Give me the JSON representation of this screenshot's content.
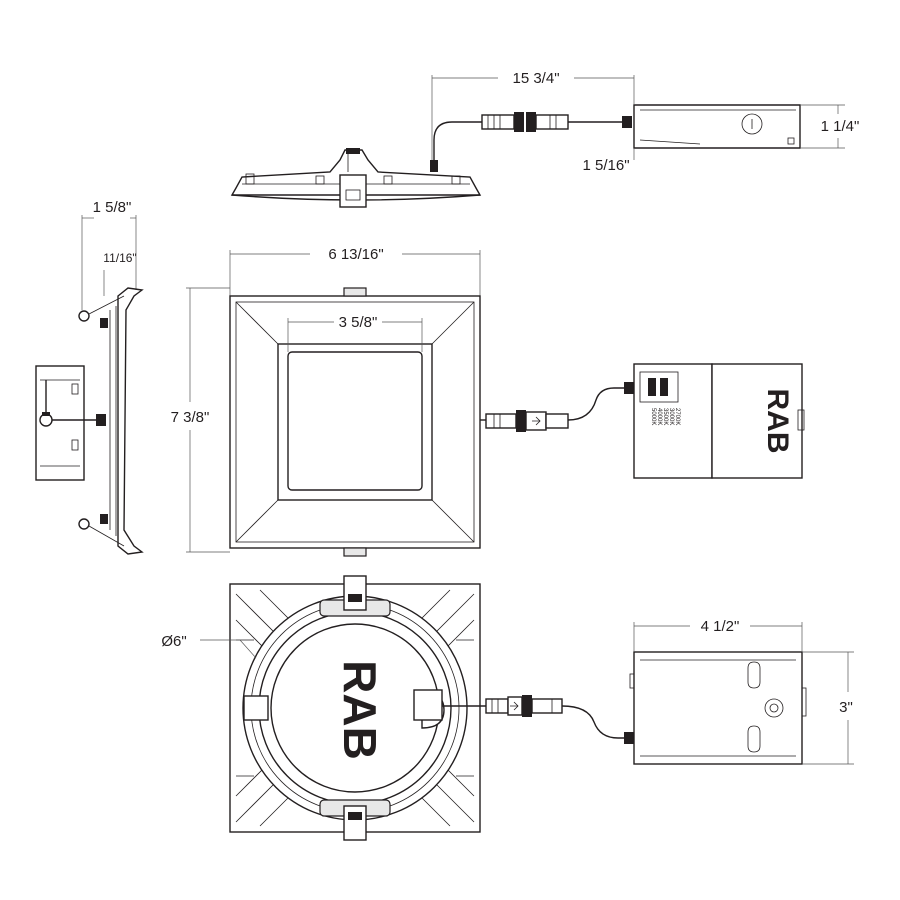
{
  "dimensions": {
    "top_overall_length": "15 3/4\"",
    "top_box_height": "1 1/4\"",
    "top_connector_offset": "1 5/16\"",
    "side_overall_depth": "1 5/8\"",
    "side_bezel_depth": "11/16\"",
    "front_width": "6 13/16\"",
    "front_height": "7 3/8\"",
    "front_lens_width": "3 5/8\"",
    "back_diameter": "Ø6\"",
    "box_length": "4 1/2\"",
    "box_height": "3\""
  },
  "logos": {
    "brand": "RAB"
  },
  "labels": {
    "cct_switch_options": [
      "5000K",
      "4000K",
      "3500K",
      "3000K",
      "2700K"
    ]
  },
  "colors": {
    "line": "#231f20",
    "background": "#ffffff"
  }
}
